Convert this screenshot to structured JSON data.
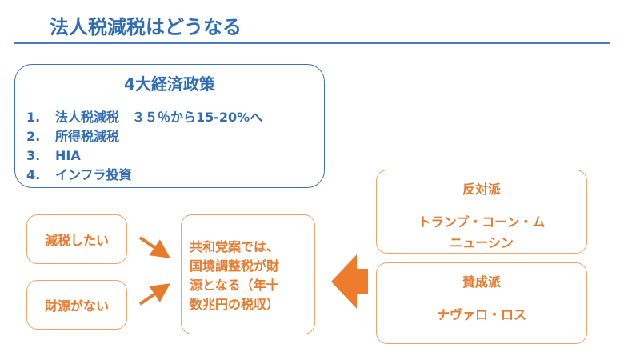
{
  "title": "法人税減税はどうなる",
  "policies": {
    "heading": "4大経済政策",
    "items": [
      {
        "num": "1.",
        "text": "法人税減税　３５％から15-20%へ"
      },
      {
        "num": "2.",
        "text": "所得税減税"
      },
      {
        "num": "3.",
        "text": "HIA"
      },
      {
        "num": "4.",
        "text": "インフラ投資"
      }
    ]
  },
  "left_boxes": {
    "want_cut": "減税したい",
    "no_funds": "財源がない"
  },
  "proposal": {
    "lines": [
      "共和党案では、",
      "国境調整税が財",
      "源となる（年十",
      "数兆円の税収）"
    ]
  },
  "oppose": {
    "label": "反対派",
    "names_line1": "トランプ・コーン・ム",
    "names_line2": "ニューシン"
  },
  "support": {
    "label": "賛成派",
    "names": "ナヴァロ・ロス"
  },
  "colors": {
    "blue": "#2F6DB5",
    "orange": "#E87A2E",
    "orange_border": "#F1A36B"
  }
}
